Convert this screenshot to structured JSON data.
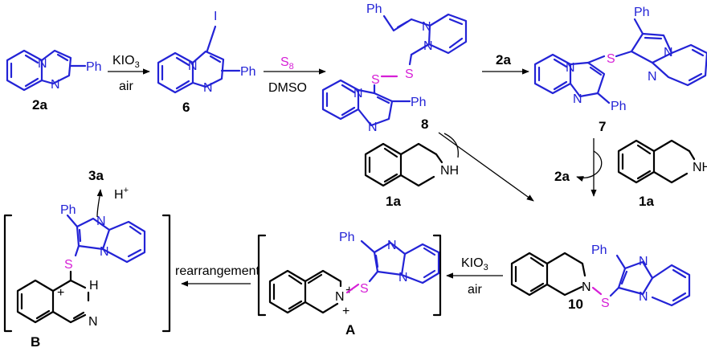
{
  "compounds": {
    "c2a": "2a",
    "c6": "6",
    "c8": "8",
    "c7": "7",
    "c1a_left": "1a",
    "c1a_right": "1a",
    "c10": "10",
    "cA": "A",
    "cB": "B",
    "c3a": "3a",
    "c2a_byproduct": "2a"
  },
  "atoms": {
    "N": "N",
    "NH": "NH",
    "S": "S",
    "I": "I",
    "Ph": "Ph",
    "H": "H",
    "plus": "+"
  },
  "reagents": {
    "step1_top": "KIO",
    "step1_sub": "3",
    "step1_bottom": "air",
    "step2_top": "S",
    "step2_sub": "8",
    "step2_bottom": "DMSO",
    "step3_top": "2a",
    "step_ox_top": "KIO",
    "step_ox_sub": "3",
    "step_ox_bottom": "air",
    "rearrangement": "rearrangement",
    "proton": "H",
    "proton_charge": "+"
  }
}
